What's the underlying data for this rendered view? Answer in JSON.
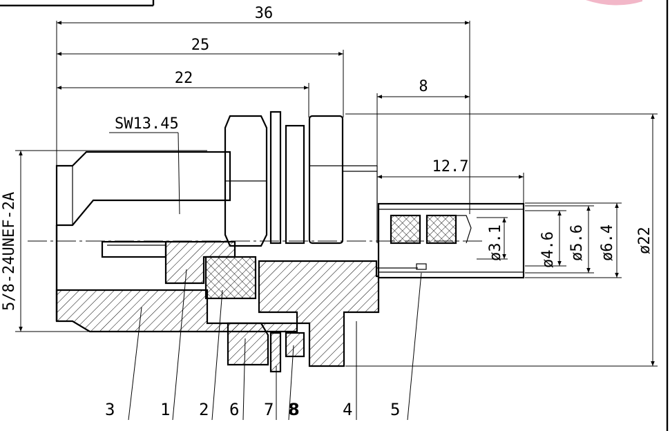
{
  "dimensions": {
    "total_length": "36",
    "body_length": "25",
    "nut_length": "22",
    "pin_length": "8",
    "insert_length": "12.7",
    "wrench_size": "SW13.45",
    "thread": "5/8-24UNEF-2A",
    "d_pin": "ø3.1",
    "d_hole1": "ø4.6",
    "d_hole2": "ø5.6",
    "d_hole3": "ø6.4",
    "d_flange": "ø22"
  },
  "parts": {
    "p3": "3",
    "p1": "1",
    "p2": "2",
    "p6": "6",
    "p7": "7",
    "p8": "8",
    "p4": "4",
    "p5": "5"
  }
}
